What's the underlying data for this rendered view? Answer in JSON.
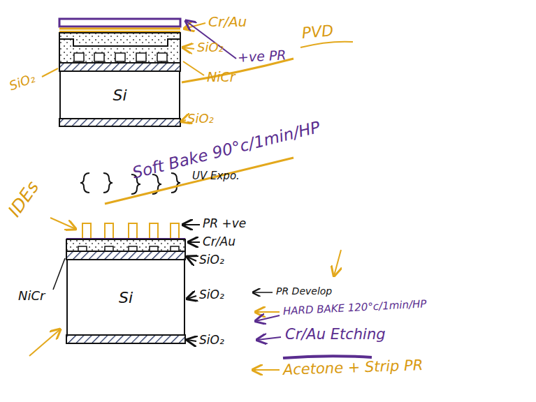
{
  "diagram": {
    "nodes": [
      {
        "text": [
          "Si"
        ]
      },
      {
        "text": [
          "Si"
        ]
      }
    ],
    "labels": [
      "Cr/Au",
      "PVD",
      "SiO₂",
      "+ve PR",
      "SiO₂",
      "NiCr",
      "SiO₂",
      "Soft Bake 90°c/1min/HP",
      "UV Expo.",
      "IDEs",
      "PR +ve",
      "Cr/Au",
      "SiO₂",
      "NiCr",
      "SiO₂",
      "SiO₂",
      "PR Develop",
      "HARD BAKE 120°c/1min/HP",
      "Cr/Au Etching",
      "Acetone + Strip PR"
    ]
  }
}
